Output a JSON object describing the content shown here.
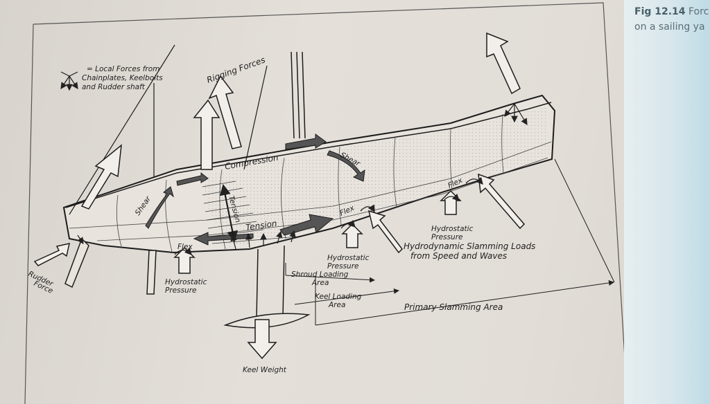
{
  "caption": {
    "figure_number": "Fig 12.14",
    "line1_rest": "Forc",
    "line2": "on a sailing ya"
  },
  "legend": {
    "line1": "= Local Forces from",
    "line2": "Chainplates, Keelbolts",
    "line3": "and Rudder shaft"
  },
  "labels": {
    "rigging_forces": "Rigging Forces",
    "compression": "Compression",
    "shear_top": "Shear",
    "shear_left": "Shear",
    "tension_vertical": "Tension",
    "tension": "Tension",
    "flex_left": "Flex",
    "flex_mid": "Flex",
    "flex_right": "Flex",
    "rudder_force_1": "Rudder",
    "rudder_force_2": "Force",
    "hydrostatic_left_1": "Hydrostatic",
    "hydrostatic_left_2": "Pressure",
    "hydrostatic_mid_1": "Hydrostatic",
    "hydrostatic_mid_2": "Pressure",
    "hydrostatic_right_1": "Hydrostatic",
    "hydrostatic_right_2": "Pressure",
    "slamming_1": "Hydrodynamic Slamming Loads",
    "slamming_2": "from Speed and Waves",
    "shroud_area_1": "Shroud Loading",
    "shroud_area_2": "Area",
    "keel_area_1": "Keel Loading",
    "keel_area_2": "Area",
    "primary_slamming": "Primary Slamming Area",
    "keel_weight": "Keel Weight"
  }
}
